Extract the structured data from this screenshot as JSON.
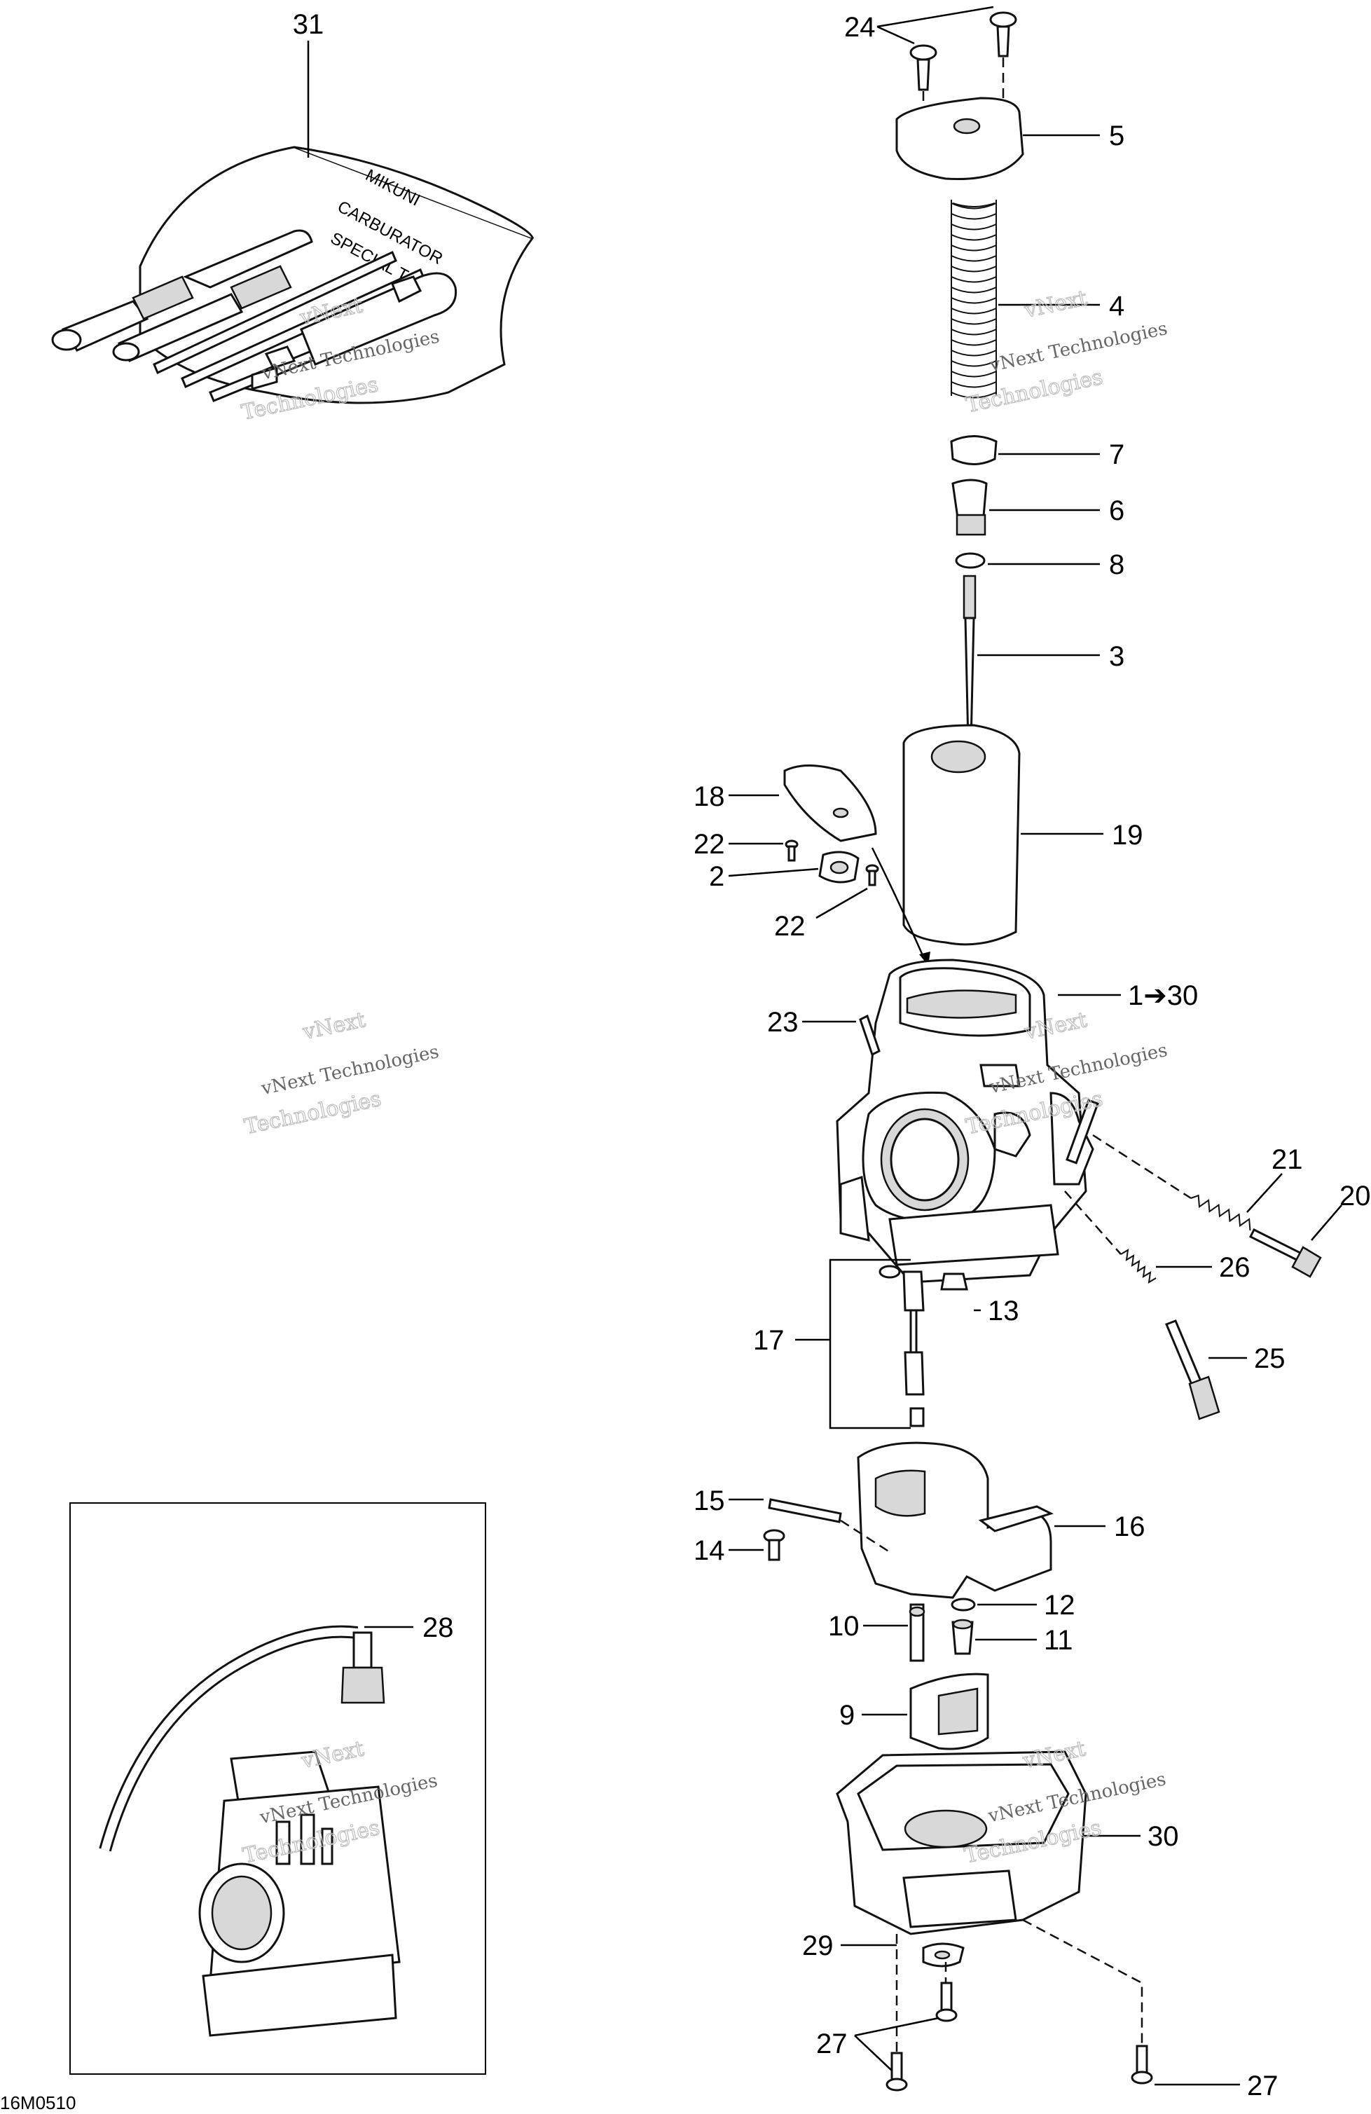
{
  "diagram": {
    "code": "16M0510",
    "kit_text": {
      "line1": "MIKUNI",
      "line2": "CARBURATOR",
      "line3": "SPECIAL TOOLS"
    },
    "watermark": {
      "line1": "vNext",
      "line2": "vNext Technologies",
      "line3": "Technologies"
    },
    "callouts": {
      "c1": "1➔30",
      "c2": "2",
      "c3": "3",
      "c4": "4",
      "c5": "5",
      "c6": "6",
      "c7": "7",
      "c8": "8",
      "c9": "9",
      "c10": "10",
      "c11": "11",
      "c12": "12",
      "c13": "13",
      "c14": "14",
      "c15": "15",
      "c16": "16",
      "c17": "17",
      "c18": "18",
      "c19": "19",
      "c20": "20",
      "c21": "21",
      "c22a": "22",
      "c22b": "22",
      "c23": "23",
      "c24": "24",
      "c25": "25",
      "c26": "26",
      "c27a": "27",
      "c27b": "27",
      "c28": "28",
      "c29": "29",
      "c30": "30",
      "c31": "31"
    }
  }
}
